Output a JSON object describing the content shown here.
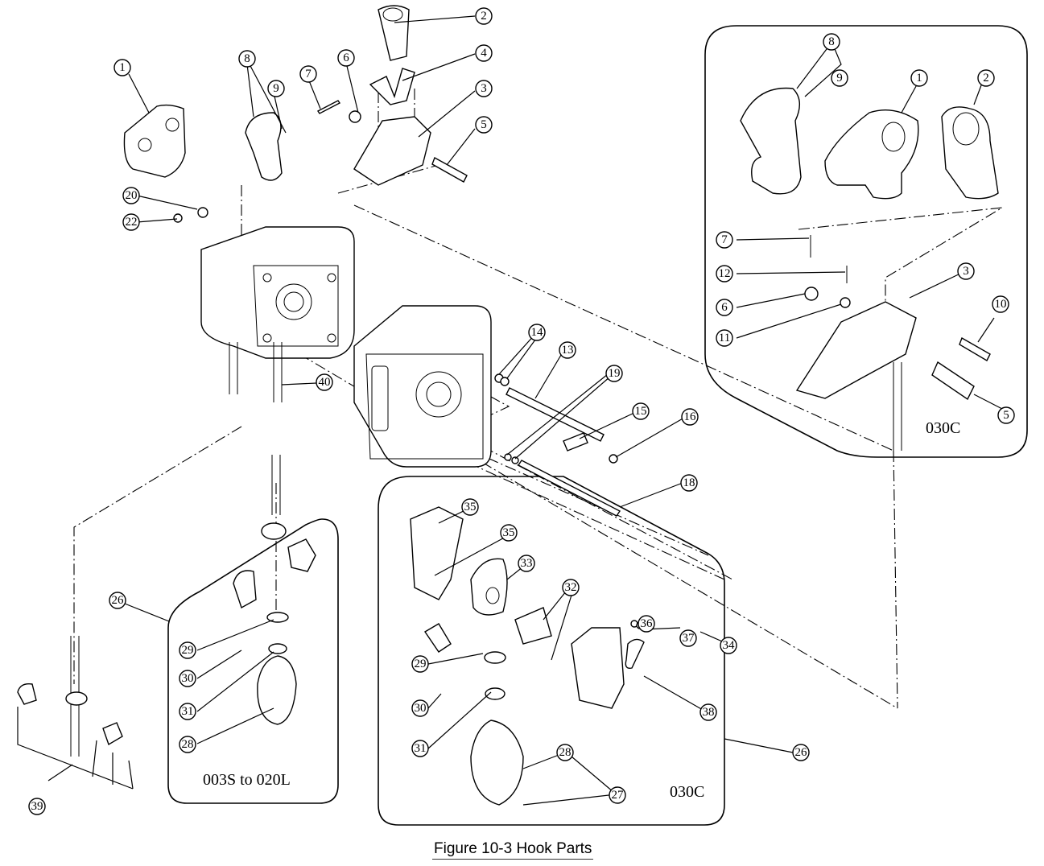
{
  "figure": {
    "caption": "Figure 10-3  Hook Parts",
    "line_color": "#000000",
    "background": "#ffffff"
  },
  "panels": [
    {
      "id": "top-right",
      "label": "030C"
    },
    {
      "id": "bottom-left",
      "label": "003S to 020L"
    },
    {
      "id": "bottom-center",
      "label": "030C"
    }
  ],
  "callouts": [
    {
      "id": "main-1",
      "number": "1"
    },
    {
      "id": "main-2",
      "number": "2"
    },
    {
      "id": "main-3",
      "number": "3"
    },
    {
      "id": "main-4",
      "number": "4"
    },
    {
      "id": "main-5",
      "number": "5"
    },
    {
      "id": "main-6",
      "number": "6"
    },
    {
      "id": "main-7",
      "number": "7"
    },
    {
      "id": "main-8",
      "number": "8"
    },
    {
      "id": "main-9",
      "number": "9"
    },
    {
      "id": "main-20",
      "number": "20"
    },
    {
      "id": "main-22",
      "number": "22"
    },
    {
      "id": "main-40",
      "number": "40"
    },
    {
      "id": "main-14",
      "number": "14"
    },
    {
      "id": "main-13",
      "number": "13"
    },
    {
      "id": "main-19",
      "number": "19"
    },
    {
      "id": "main-15",
      "number": "15"
    },
    {
      "id": "main-16",
      "number": "16"
    },
    {
      "id": "main-18",
      "number": "18"
    },
    {
      "id": "tr-8",
      "number": "8"
    },
    {
      "id": "tr-9",
      "number": "9"
    },
    {
      "id": "tr-1",
      "number": "1"
    },
    {
      "id": "tr-2",
      "number": "2"
    },
    {
      "id": "tr-7",
      "number": "7"
    },
    {
      "id": "tr-12",
      "number": "12"
    },
    {
      "id": "tr-3",
      "number": "3"
    },
    {
      "id": "tr-6",
      "number": "6"
    },
    {
      "id": "tr-11",
      "number": "11"
    },
    {
      "id": "tr-10",
      "number": "10"
    },
    {
      "id": "tr-5",
      "number": "5"
    },
    {
      "id": "bl-26",
      "number": "26"
    },
    {
      "id": "bl-29",
      "number": "29"
    },
    {
      "id": "bl-30",
      "number": "30"
    },
    {
      "id": "bl-31",
      "number": "31"
    },
    {
      "id": "bl-28",
      "number": "28"
    },
    {
      "id": "bl-39",
      "number": "39"
    },
    {
      "id": "bc-35a",
      "number": "35"
    },
    {
      "id": "bc-35b",
      "number": "35"
    },
    {
      "id": "bc-33",
      "number": "33"
    },
    {
      "id": "bc-32",
      "number": "32"
    },
    {
      "id": "bc-36",
      "number": "36"
    },
    {
      "id": "bc-37",
      "number": "37"
    },
    {
      "id": "bc-34",
      "number": "34"
    },
    {
      "id": "bc-29",
      "number": "29"
    },
    {
      "id": "bc-38",
      "number": "38"
    },
    {
      "id": "bc-30",
      "number": "30"
    },
    {
      "id": "bc-31",
      "number": "31"
    },
    {
      "id": "bc-28",
      "number": "28"
    },
    {
      "id": "bc-27",
      "number": "27"
    },
    {
      "id": "bc-26",
      "number": "26"
    }
  ]
}
